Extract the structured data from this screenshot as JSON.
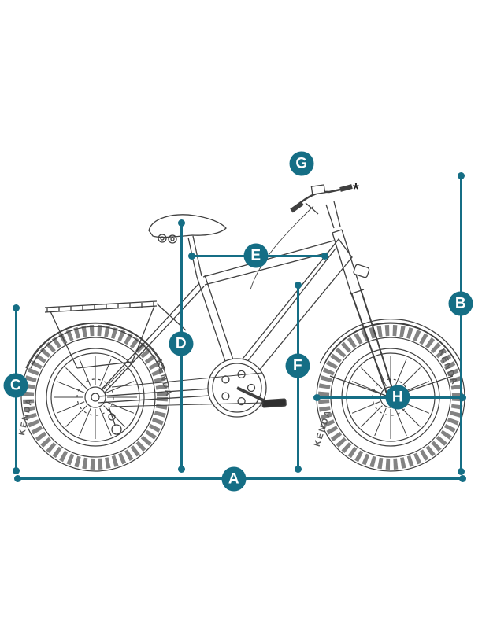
{
  "diagram": {
    "accent_color": "#156e85",
    "line_color": "#404040",
    "tire_brand": "KENDA",
    "footnote_marker": "*",
    "dimensions": {
      "a": {
        "label": "A"
      },
      "b": {
        "label": "B"
      },
      "c": {
        "label": "C"
      },
      "d": {
        "label": "D"
      },
      "e": {
        "label": "E"
      },
      "f": {
        "label": "F"
      },
      "g": {
        "label": "G"
      },
      "h": {
        "label": "H"
      }
    }
  }
}
